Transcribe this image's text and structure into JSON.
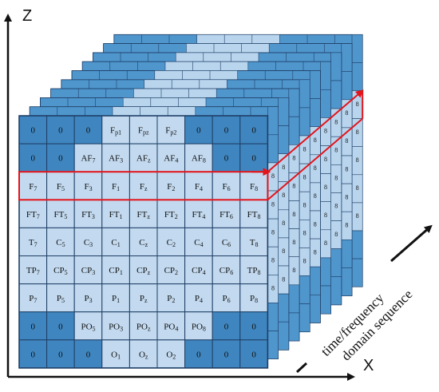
{
  "axes": {
    "z_label": "Z",
    "x_label": "X"
  },
  "sequence_label": {
    "line1": "time/frequency",
    "line2": "domain sequence"
  },
  "side_cell_value": "8",
  "colors": {
    "dark_blue": "#3f86c0",
    "light_blue": "#c2d9ef",
    "grid_line": "#1f3f66",
    "highlight": "#e3141b",
    "back_dark": "#4f96cd",
    "back_light": "#b9d5ee"
  },
  "grid": {
    "rows": [
      [
        {
          "t": "0",
          "d": true
        },
        {
          "t": "0",
          "d": true
        },
        {
          "t": "0",
          "d": true
        },
        {
          "t": "Fp1",
          "d": false
        },
        {
          "t": "Fpz",
          "d": false
        },
        {
          "t": "Fp2",
          "d": false
        },
        {
          "t": "0",
          "d": true
        },
        {
          "t": "0",
          "d": true
        },
        {
          "t": "0",
          "d": true
        }
      ],
      [
        {
          "t": "0",
          "d": true
        },
        {
          "t": "0",
          "d": true
        },
        {
          "t": "AF7",
          "d": false
        },
        {
          "t": "AF3",
          "d": false
        },
        {
          "t": "AFz",
          "d": false
        },
        {
          "t": "AF4",
          "d": false
        },
        {
          "t": "AF8",
          "d": false
        },
        {
          "t": "0",
          "d": true
        },
        {
          "t": "0",
          "d": true
        }
      ],
      [
        {
          "t": "F7",
          "d": false
        },
        {
          "t": "F5",
          "d": false
        },
        {
          "t": "F3",
          "d": false
        },
        {
          "t": "F1",
          "d": false
        },
        {
          "t": "Fz",
          "d": false
        },
        {
          "t": "F2",
          "d": false
        },
        {
          "t": "F4",
          "d": false
        },
        {
          "t": "F6",
          "d": false
        },
        {
          "t": "F8",
          "d": false
        }
      ],
      [
        {
          "t": "FT7",
          "d": false
        },
        {
          "t": "FT5",
          "d": false
        },
        {
          "t": "FT3",
          "d": false
        },
        {
          "t": "FT1",
          "d": false
        },
        {
          "t": "FTz",
          "d": false
        },
        {
          "t": "FT2",
          "d": false
        },
        {
          "t": "FT4",
          "d": false
        },
        {
          "t": "FT6",
          "d": false
        },
        {
          "t": "FT8",
          "d": false
        }
      ],
      [
        {
          "t": "T7",
          "d": false
        },
        {
          "t": "C5",
          "d": false
        },
        {
          "t": "C3",
          "d": false
        },
        {
          "t": "C1",
          "d": false
        },
        {
          "t": "Cz",
          "d": false
        },
        {
          "t": "C2",
          "d": false
        },
        {
          "t": "C4",
          "d": false
        },
        {
          "t": "C6",
          "d": false
        },
        {
          "t": "T8",
          "d": false
        }
      ],
      [
        {
          "t": "TP7",
          "d": false
        },
        {
          "t": "CP5",
          "d": false
        },
        {
          "t": "CP3",
          "d": false
        },
        {
          "t": "CP1",
          "d": false
        },
        {
          "t": "CPz",
          "d": false
        },
        {
          "t": "CP2",
          "d": false
        },
        {
          "t": "CP4",
          "d": false
        },
        {
          "t": "CP6",
          "d": false
        },
        {
          "t": "TP8",
          "d": false
        }
      ],
      [
        {
          "t": "P7",
          "d": false
        },
        {
          "t": "P5",
          "d": false
        },
        {
          "t": "P3",
          "d": false
        },
        {
          "t": "P1",
          "d": false
        },
        {
          "t": "Pz",
          "d": false
        },
        {
          "t": "P2",
          "d": false
        },
        {
          "t": "P4",
          "d": false
        },
        {
          "t": "P6",
          "d": false
        },
        {
          "t": "P8",
          "d": false
        }
      ],
      [
        {
          "t": "0",
          "d": true
        },
        {
          "t": "0",
          "d": true
        },
        {
          "t": "PO5",
          "d": false
        },
        {
          "t": "PO3",
          "d": false
        },
        {
          "t": "POz",
          "d": false
        },
        {
          "t": "PO4",
          "d": false
        },
        {
          "t": "PO8",
          "d": false
        },
        {
          "t": "0",
          "d": true
        },
        {
          "t": "0",
          "d": true
        }
      ],
      [
        {
          "t": "0",
          "d": true
        },
        {
          "t": "0",
          "d": true
        },
        {
          "t": "0",
          "d": true
        },
        {
          "t": "O1",
          "d": false
        },
        {
          "t": "Oz",
          "d": false
        },
        {
          "t": "O2",
          "d": false
        },
        {
          "t": "0",
          "d": true
        },
        {
          "t": "0",
          "d": true
        },
        {
          "t": "0",
          "d": true
        }
      ]
    ],
    "highlighted_row": 2
  }
}
